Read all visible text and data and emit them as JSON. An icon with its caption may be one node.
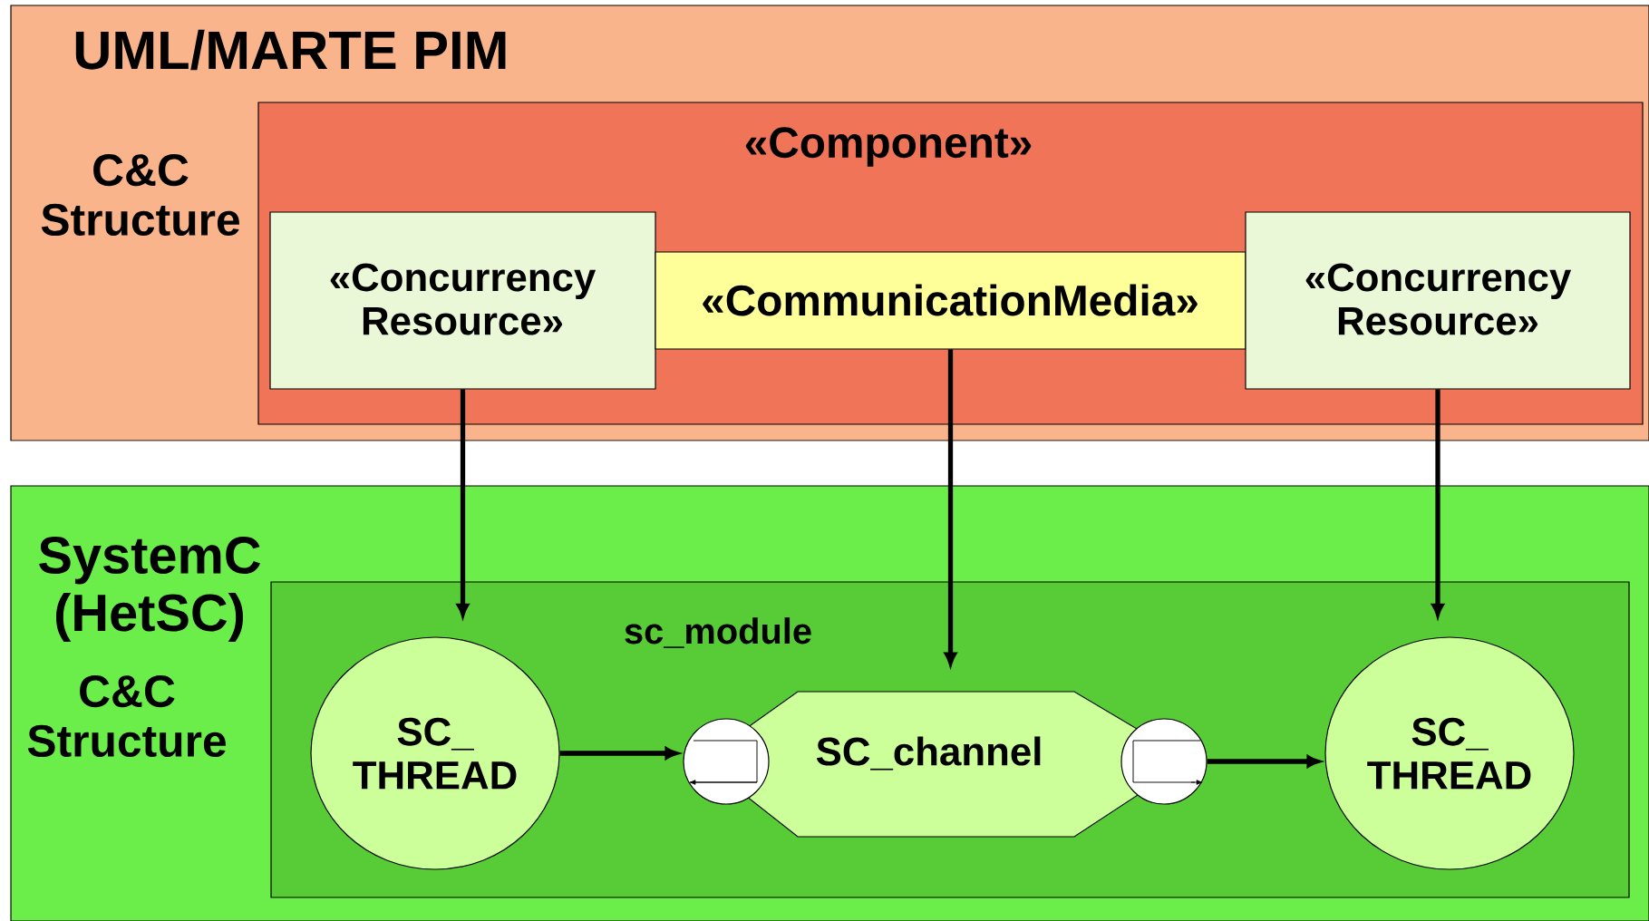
{
  "diagram": {
    "nodes": [
      {
        "text": [
          "UML/MARTE PIM",
          "C&C Structure"
        ]
      },
      {
        "text": [
          "«Component»"
        ],
        "in": 0
      },
      {
        "text": [
          "«Concurrency Resource»"
        ],
        "in": 1
      },
      {
        "text": [
          "«CommunicationMedia»"
        ],
        "in": 1
      },
      {
        "text": [
          "«Concurrency Resource»"
        ],
        "in": 1
      },
      {
        "text": [
          "SystemC (HetSC)",
          "C&C Structure"
        ]
      },
      {
        "text": [
          "sc_module"
        ],
        "in": 5
      },
      {
        "text": [
          "SC_ THREAD"
        ],
        "in": 6
      },
      {
        "text": [],
        "shape": "circle",
        "in": 6
      },
      {
        "text": [
          "SC_channel"
        ],
        "in": 6
      },
      {
        "text": [],
        "shape": "circle",
        "in": 6
      },
      {
        "text": [
          "SC_ THREAD"
        ],
        "in": 6
      }
    ],
    "edges": [
      {
        "from": 2,
        "to": 7,
        "arrow": "to"
      },
      {
        "from": 3,
        "to": 9,
        "arrow": "to"
      },
      {
        "from": 4,
        "to": 11,
        "arrow": "to"
      },
      {
        "from": 7,
        "to": 8,
        "arrow": "to"
      },
      {
        "from": 10,
        "to": 11,
        "arrow": "to"
      }
    ]
  }
}
